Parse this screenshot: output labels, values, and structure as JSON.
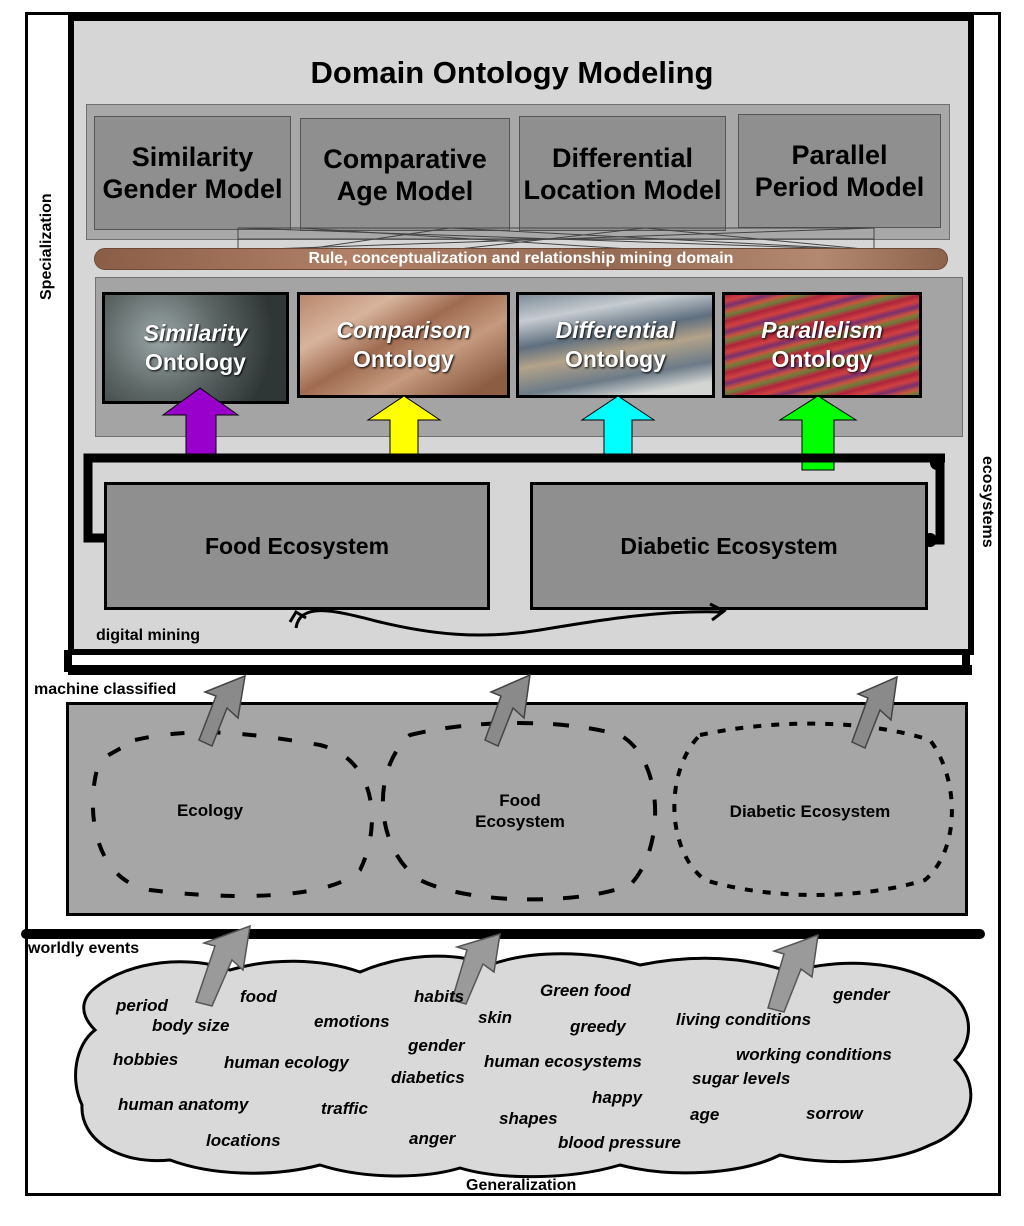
{
  "title": "Domain Ontology Modeling",
  "models": [
    {
      "line1": "Similarity",
      "line2": "Gender Model"
    },
    {
      "line1": "Comparative",
      "line2": "Age Model"
    },
    {
      "line1": "Differential",
      "line2": "Location Model"
    },
    {
      "line1": "Parallel",
      "line2": "Period Model"
    }
  ],
  "rule_bar": "Rule, conceptualization and relationship mining domain",
  "ontologies": [
    {
      "line1": "Similarity",
      "line2": "Ontology",
      "arrow_color": "#9900cc"
    },
    {
      "line1": "Comparison",
      "line2": "Ontology",
      "arrow_color": "#ffff00"
    },
    {
      "line1": "Differential",
      "line2": "Ontology",
      "arrow_color": "#00ffff"
    },
    {
      "line1": "Parallelism",
      "line2": "Ontology",
      "arrow_color": "#00ff00"
    }
  ],
  "ecosystems": [
    "Food Ecosystem",
    "Diabetic Ecosystem"
  ],
  "labels": {
    "digital_mining": "digital mining",
    "machine_classified": "machine classified",
    "worldly_events": "worldly events",
    "generalization": "Generalization",
    "specialization": "Specialization",
    "ecosystems": "ecosystems"
  },
  "clusters": [
    {
      "line1": "Ecology",
      "line2": ""
    },
    {
      "line1": "Food",
      "line2": "Ecosystem"
    },
    {
      "line1": "Diabetic Ecosystem",
      "line2": ""
    }
  ],
  "words": [
    "period",
    "food",
    "habits",
    "Green food",
    "gender",
    "body size",
    "emotions",
    "skin",
    "greedy",
    "living conditions",
    "hobbies",
    "human ecology",
    "gender",
    "human ecosystems",
    "working conditions",
    "diabetics",
    "sugar levels",
    "human anatomy",
    "traffic",
    "happy",
    "age",
    "sorrow",
    "shapes",
    "locations",
    "anger",
    "blood pressure"
  ]
}
